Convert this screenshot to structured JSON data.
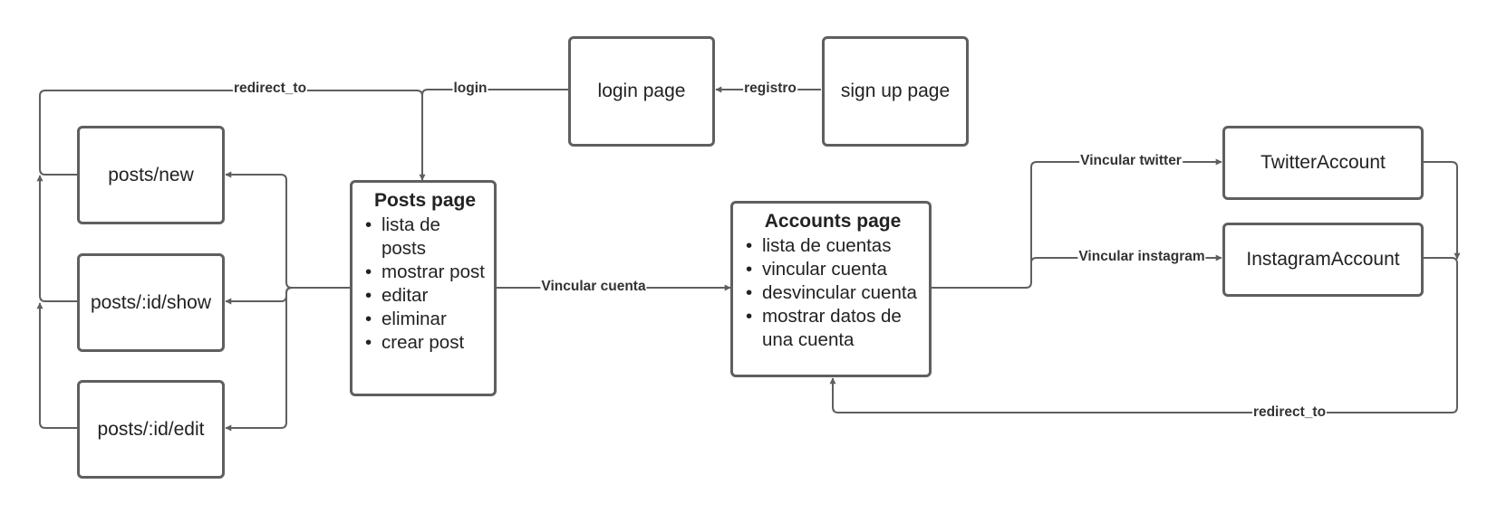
{
  "nodes": {
    "login_page": "login page",
    "sign_up_page": "sign up page",
    "posts_new": "posts/new",
    "posts_show": "posts/:id/show",
    "posts_edit": "posts/:id/edit",
    "posts_page": {
      "title": "Posts page",
      "items": [
        "lista de posts",
        "mostrar post",
        "editar",
        "eliminar",
        "crear post"
      ]
    },
    "accounts_page": {
      "title": "Accounts page",
      "items": [
        "lista de cuentas",
        "vincular cuenta",
        "desvincular cuenta",
        "mostrar datos de una cuenta"
      ]
    },
    "twitter_account": "TwitterAccount",
    "instagram_account": "InstagramAccount"
  },
  "edges": {
    "redirect_to_top": "redirect_to",
    "login": "login",
    "registro": "registro",
    "vincular_cuenta": "Vincular cuenta",
    "vincular_twitter": "Vincular twitter",
    "vincular_instagram": "Vincular instagram",
    "redirect_to_bottom": "redirect_to"
  },
  "colors": {
    "line": "#5f5f5f",
    "border": "#5f5f5f",
    "text": "#222222"
  }
}
